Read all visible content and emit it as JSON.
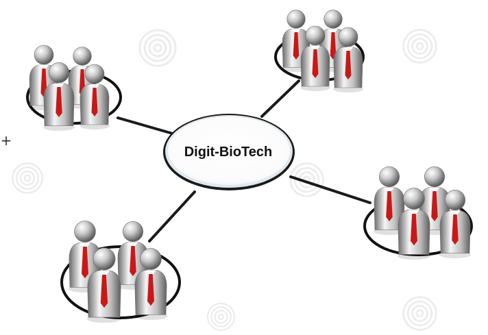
{
  "diagram": {
    "center_label": "Digit-BioTech",
    "side_marker": "+",
    "groups": [
      {
        "id": "top-left",
        "people": 4
      },
      {
        "id": "top-right",
        "people": 4
      },
      {
        "id": "right",
        "people": 4
      },
      {
        "id": "bottom-left",
        "people": 4
      }
    ],
    "colors": {
      "tie": "#c81818",
      "figure": "#b9b9b9",
      "ring": "#111111",
      "connector": "#1a1a1a"
    }
  }
}
